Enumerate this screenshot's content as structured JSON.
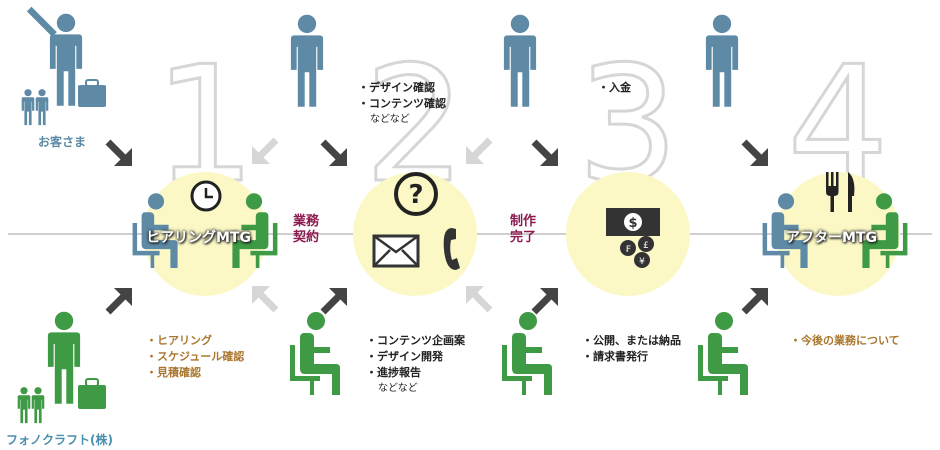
{
  "client_label": "お客さま",
  "company_label": "フォノクラフト(株)",
  "steps": [
    {
      "number": "1",
      "circle_label": "ヒアリングMTG"
    },
    {
      "number": "2",
      "circle_label": ""
    },
    {
      "number": "3",
      "circle_label": ""
    },
    {
      "number": "4",
      "circle_label": "アフターMTG"
    }
  ],
  "transitions": [
    {
      "line1": "業務",
      "line2": "契約"
    },
    {
      "line1": "制作",
      "line2": "完了"
    }
  ],
  "client_tasks": {
    "step2": [
      "・デザイン確認",
      "・コンテンツ確認",
      "などなど"
    ],
    "step3": [
      "・入金"
    ]
  },
  "company_tasks": {
    "step1": [
      "・ヒアリング",
      "・スケジュール確認",
      "・見積確認"
    ],
    "step2": [
      "・コンテンツ企画案",
      "・デザイン開発",
      "・進捗報告",
      "などなど"
    ],
    "step3": [
      "・公開、または納品",
      "・請求書発行"
    ],
    "step4": [
      "・今後の業務について"
    ]
  },
  "colors": {
    "client_blue": "#5e8aa6",
    "company_green": "#3f9a45",
    "circle_fill": "#fbf8c6",
    "big_number": "#d6d6d6",
    "arrow": "#444444",
    "arrow_light": "#d6d6d6",
    "transition_text": "#8c1b4f",
    "company_task_text": "#a9772f"
  },
  "icons": [
    "clock-icon",
    "question-icon",
    "envelope-icon",
    "phone-icon",
    "money-icon",
    "fork-knife-icon"
  ]
}
